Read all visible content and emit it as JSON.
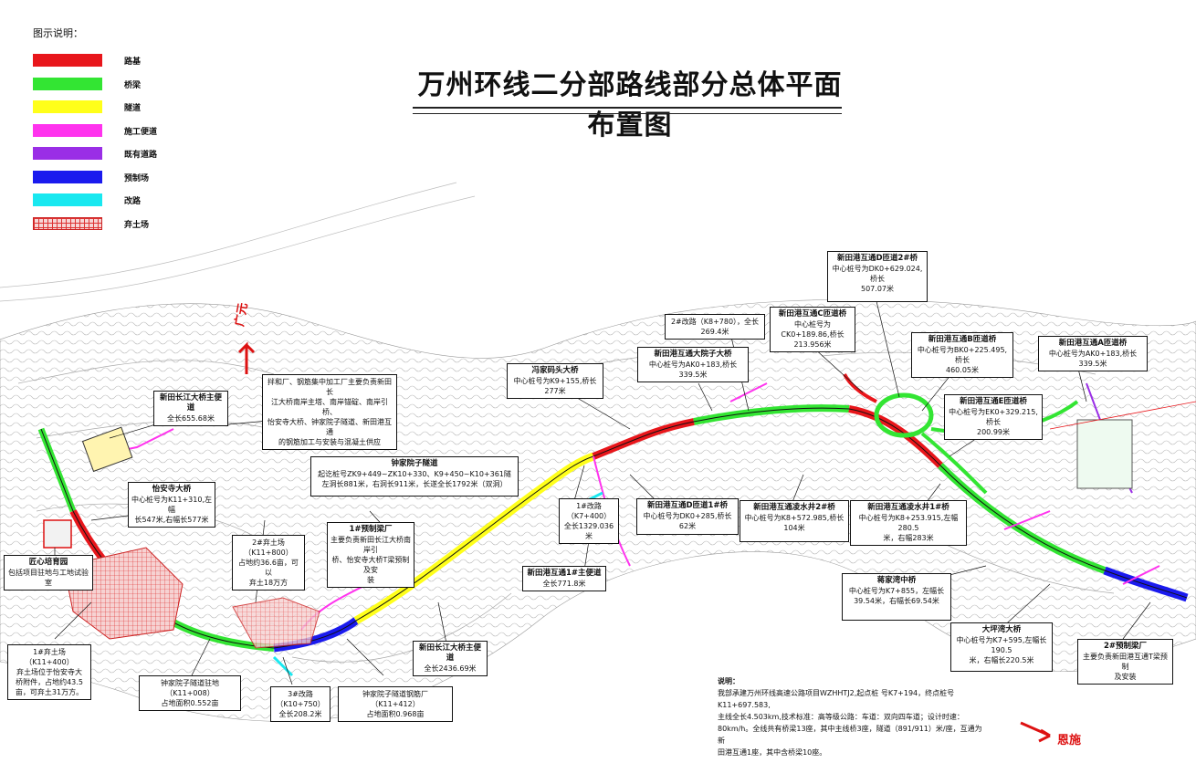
{
  "title": "万州环线二分部路线部分总体平面布置图",
  "legend": {
    "heading": "图示说明：",
    "items": [
      {
        "label": "路基",
        "color": "#e8161b"
      },
      {
        "label": "桥梁",
        "color": "#33e533"
      },
      {
        "label": "隧道",
        "color": "#ffff1a"
      },
      {
        "label": "施工便道",
        "color": "#ff33ee"
      },
      {
        "label": "既有道路",
        "color": "#9a2ee6"
      },
      {
        "label": "预制场",
        "color": "#1a1aee"
      },
      {
        "label": "改路",
        "color": "#19e8f0"
      },
      {
        "label": "弃土场",
        "color": "hatch-red"
      }
    ]
  },
  "directions": {
    "north": "广元",
    "east": "恩施"
  },
  "annotations": [
    {
      "id": "xintian-access",
      "title": "新田长江大桥主便道",
      "lines": [
        "全长655.68米"
      ]
    },
    {
      "id": "mixing-plant",
      "title": "",
      "lines": [
        "拌和厂、钢筋集中加工厂主要负责新田长",
        "江大桥南岸主塔、南岸锚碇、南岸引桥、",
        "怡安寺大桥、钟家院子隧道、新田港互通",
        "的钢筋加工与安装与混凝土供应"
      ]
    },
    {
      "id": "yiansi-bridge",
      "title": "怡安寺大桥",
      "lines": [
        "中心桩号为K11+310,左幅",
        "长547米,右幅长577米"
      ]
    },
    {
      "id": "jiangxin-park",
      "title": "匠心培育园",
      "lines": [
        "包括项目驻地与工地试验室"
      ]
    },
    {
      "id": "spoil-2",
      "title": "",
      "lines": [
        "2#弃土场（K11+800）",
        "占地约36.6亩，可以",
        "弃土18万方"
      ]
    },
    {
      "id": "precast-1",
      "title": "1#预制梁厂",
      "lines": [
        "主要负责新田长江大桥南岸引",
        "桥、怡安寺大桥T梁预制及安",
        "装"
      ]
    },
    {
      "id": "zhongjia-tunnel",
      "title": "钟家院子隧道",
      "lines": [
        "起讫桩号ZK9+449~ZK10+330、K9+450~K10+361隧",
        "左洞长881米，右洞长911米，长遂全长1792米（双洞）"
      ]
    },
    {
      "id": "spoil-1",
      "title": "",
      "lines": [
        "1#弃土场（K11+400）",
        "弃土场位于怡安寺大",
        "桥附件，占地约43.5",
        "亩，可弃土31万方。"
      ]
    },
    {
      "id": "tunnel-camp",
      "title": "",
      "lines": [
        "钟家院子隧道驻地（K11+008）",
        "占地面积0.552亩"
      ]
    },
    {
      "id": "reroute-3",
      "title": "",
      "lines": [
        "3#改路（K10+750）",
        "全长208.2米"
      ]
    },
    {
      "id": "rebar-shed",
      "title": "",
      "lines": [
        "钟家院子隧道钢筋厂（K11+412）",
        "占地面积0.968亩"
      ]
    },
    {
      "id": "xintian-main-road",
      "title": "新田长江大桥主便道",
      "lines": [
        "全长2436.69米"
      ]
    },
    {
      "id": "reroute-1",
      "title": "",
      "lines": [
        "1#改路（K7+400）",
        "全长1329.036米"
      ]
    },
    {
      "id": "interchange-access-1",
      "title": "新田港互通1#主便道",
      "lines": [
        "全长771.8米"
      ]
    },
    {
      "id": "fengjia-bridge",
      "title": "冯家码头大桥",
      "lines": [
        "中心桩号为K9+155,桥长277米"
      ]
    },
    {
      "id": "reroute-2",
      "title": "",
      "lines": [
        "2#改路（K8+780），全长269.4米"
      ]
    },
    {
      "id": "dayuanzi-bridge",
      "title": "新田港互通大院子大桥",
      "lines": [
        "中心桩号为AK0+183,桥长339.5米"
      ]
    },
    {
      "id": "ramp-c",
      "title": "新田港互通C匝道桥",
      "lines": [
        "中心桩号为CK0+189.86,桥长",
        "213.956米"
      ]
    },
    {
      "id": "ramp-d2",
      "title": "新田港互通D匝道2#桥",
      "lines": [
        "中心桩号为DK0+629.024,桥长",
        "507.07米"
      ]
    },
    {
      "id": "ramp-b",
      "title": "新田港互通B匝道桥",
      "lines": [
        "中心桩号为BK0+225.495,桥长",
        "460.05米"
      ]
    },
    {
      "id": "ramp-a",
      "title": "新田港互通A匝道桥",
      "lines": [
        "中心桩号为AK0+183,桥长339.5米"
      ]
    },
    {
      "id": "ramp-e",
      "title": "新田港互通E匝道桥",
      "lines": [
        "中心桩号为EK0+329.215,桥长",
        "200.99米"
      ]
    },
    {
      "id": "ramp-d1",
      "title": "新田港互通D匝道1#桥",
      "lines": [
        "中心桩号为DK0+285,桥长62米"
      ]
    },
    {
      "id": "lingshuijing-2",
      "title": "新田港互通凌水井2#桥",
      "lines": [
        "中心桩号为K8+572.985,桥长104米"
      ]
    },
    {
      "id": "lingshuijing-1",
      "title": "新田港互通凌水井1#桥",
      "lines": [
        "中心桩号为K8+253.915,左幅280.5",
        "米，右幅283米"
      ]
    },
    {
      "id": "jiangjiawan-bridge",
      "title": "蒋家湾中桥",
      "lines": [
        "中心桩号为K7+855，左幅长",
        "39.54米，右幅长69.54米"
      ]
    },
    {
      "id": "dapingwan-bridge",
      "title": "大坪湾大桥",
      "lines": [
        "中心桩号为K7+595,左幅长190.5",
        "米，右幅长220.5米"
      ]
    },
    {
      "id": "precast-2",
      "title": "2#预制梁厂",
      "lines": [
        "主要负责新田港互通T梁预制",
        "及安装"
      ]
    }
  ],
  "notes": {
    "heading": "说明：",
    "lines": [
      "我部承建万州环线高速公路项目WZHHTJ2,起点桩  号K7+194，终点桩号 K11+697.583,",
      "主线全长4.503km,技术标准：高等级公路：车道：双向四车道；设计时速：",
      "80km/h。全线共有桥梁13座，其中主线桥3座，隧道（891/911）米/座，互通为新",
      "田港互通1座，其中含桥梁10座。"
    ]
  }
}
